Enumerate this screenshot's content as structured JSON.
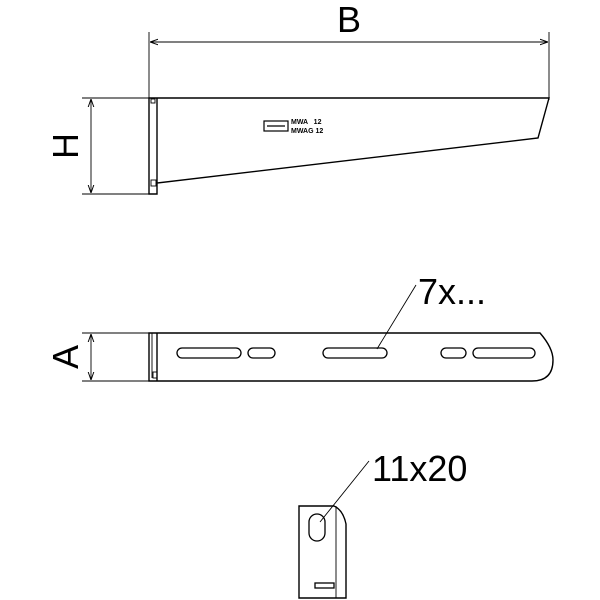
{
  "labels": {
    "width": "B",
    "height": "H",
    "depth": "A",
    "hole_count": "7x...",
    "slot_size": "11x20"
  },
  "marking": {
    "line1": "MWA   12",
    "line2": "MWAG 12"
  }
}
